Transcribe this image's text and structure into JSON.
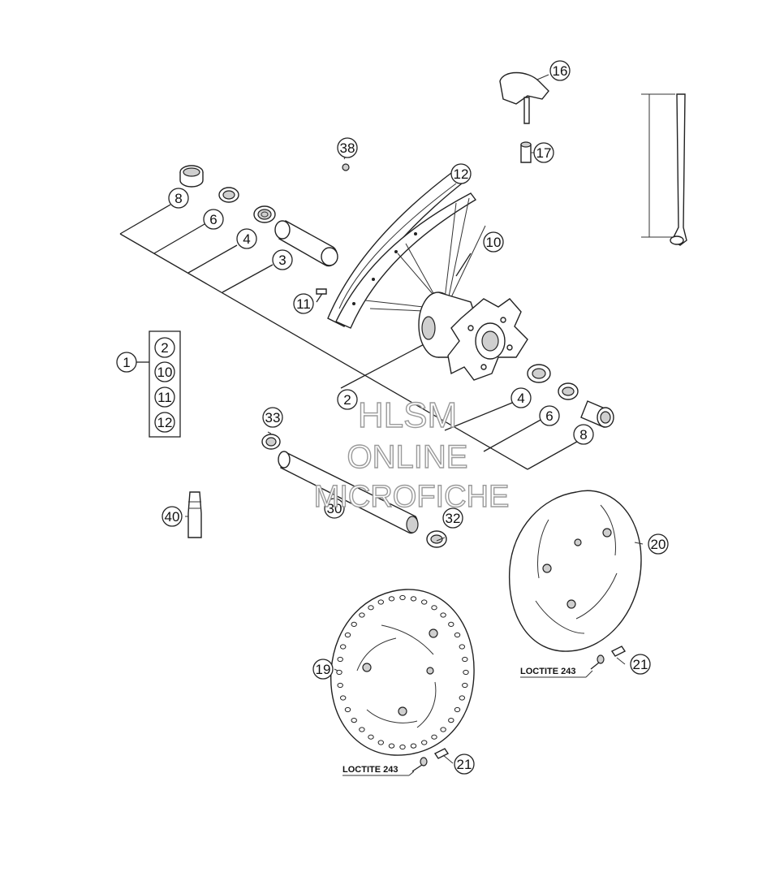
{
  "callouts": {
    "c1": "1",
    "c2a": "2",
    "c10a": "10",
    "c11a": "11",
    "c12a": "12",
    "c2": "2",
    "c3": "3",
    "c4a": "4",
    "c4b": "4",
    "c6a": "6",
    "c6b": "6",
    "c8a": "8",
    "c8b": "8",
    "c10": "10",
    "c11": "11",
    "c12": "12",
    "c16": "16",
    "c17": "17",
    "c19": "19",
    "c20": "20",
    "c21a": "21",
    "c21b": "21",
    "c30": "30",
    "c32": "32",
    "c33": "33",
    "c38": "38",
    "c40": "40"
  },
  "notes": {
    "loctite_1": "LOCTITE 243",
    "loctite_2": "LOCTITE 243"
  },
  "watermark": {
    "line1": "HLSM",
    "line2": "ONLINE",
    "line3": "MICROFICHE"
  }
}
